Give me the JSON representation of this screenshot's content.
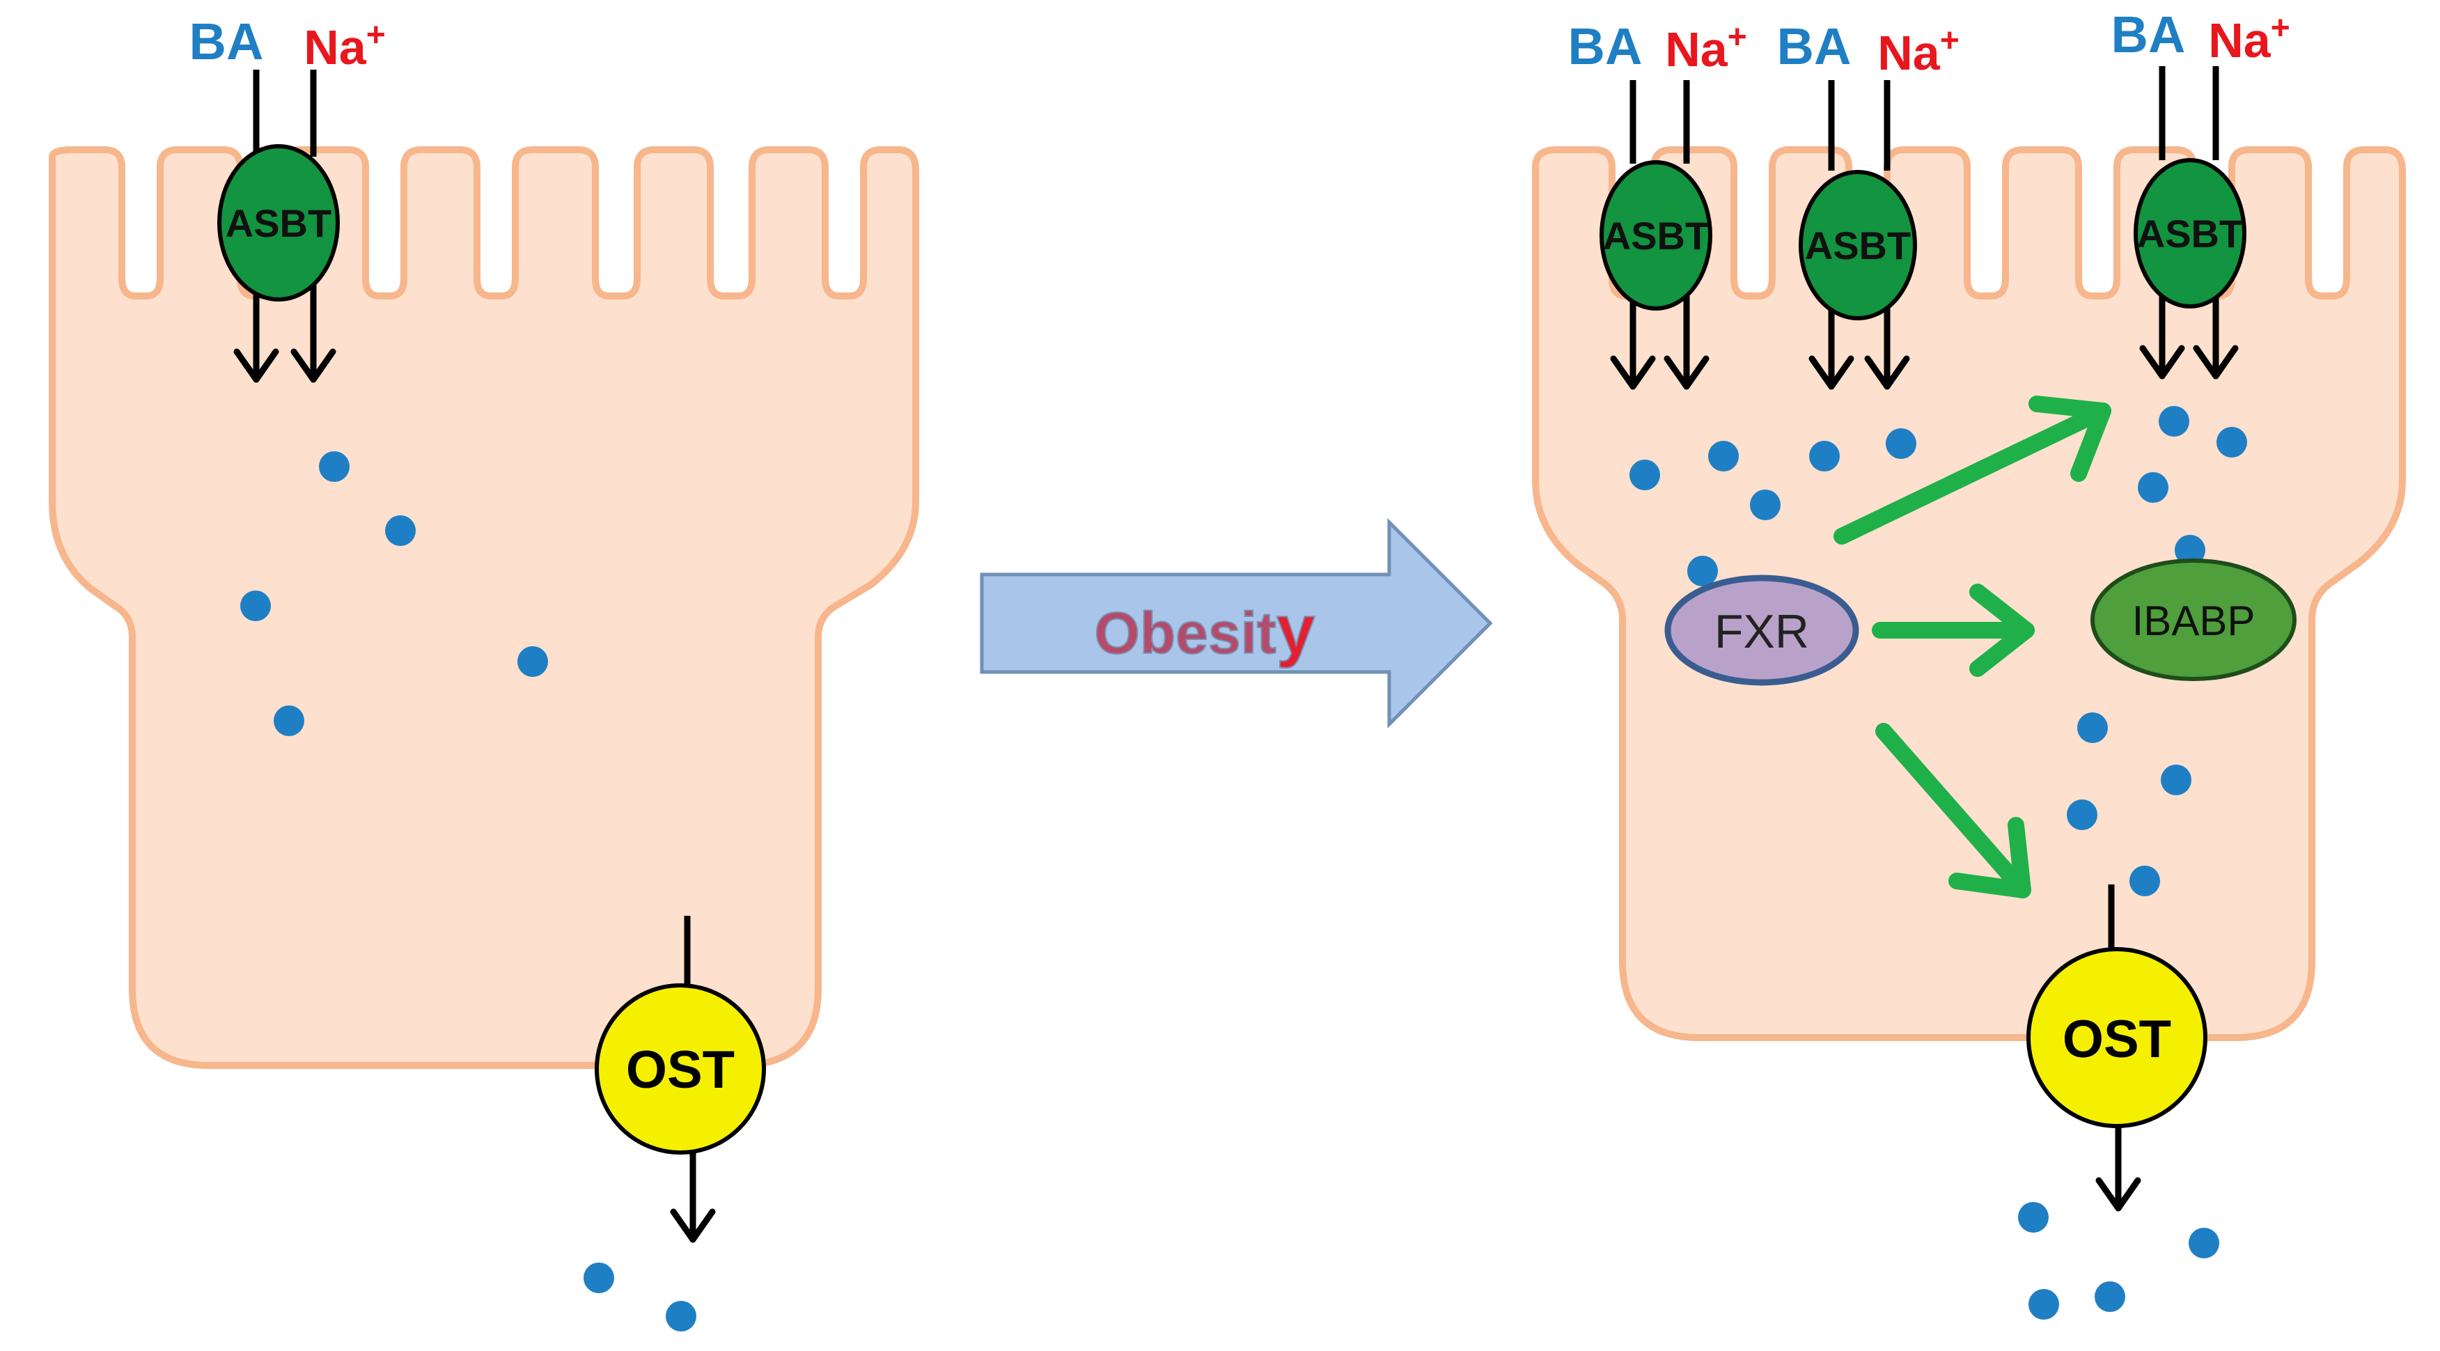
{
  "labels": {
    "ba": "BA",
    "na": "Na",
    "na_sup": "+",
    "asbt": "ASBT",
    "ost": "OST",
    "fxr": "FXR",
    "ibabp": "IBABP",
    "obesity_main": "Obesit",
    "obesity_tail": "y"
  },
  "colors": {
    "cell_fill": "#fde0cd",
    "cell_stroke": "#f7b68c",
    "asbt": "#129440",
    "ost": "#f5f000",
    "fxr": "#b9a2c9",
    "fxr_stroke": "#3a5d91",
    "ibabp": "#4f9f3c",
    "green_arrow": "#1fb04a",
    "bile_acid_dot": "#1f7fc4",
    "ba_text": "#1f7fc4",
    "na_text": "#e8171e",
    "obesity_arrow": "#a9c6ea",
    "obesity_text": "#c0334a"
  }
}
